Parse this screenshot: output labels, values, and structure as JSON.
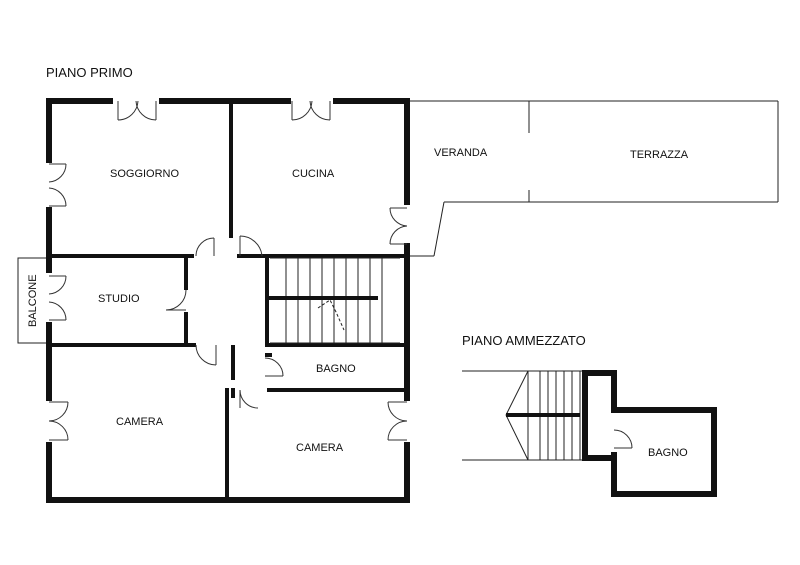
{
  "titles": {
    "first_floor": "PIANO PRIMO",
    "mezzanine": "PIANO AMMEZZATO"
  },
  "rooms": {
    "soggiorno": "SOGGIORNO",
    "cucina": "CUCINA",
    "veranda": "VERANDA",
    "terrazza": "TERRAZZA",
    "balcone": "BALCONE",
    "studio": "STUDIO",
    "bagno": "BAGNO",
    "camera_left": "CAMERA",
    "camera_right": "CAMERA",
    "bagno_mezzanine": "BAGNO"
  }
}
